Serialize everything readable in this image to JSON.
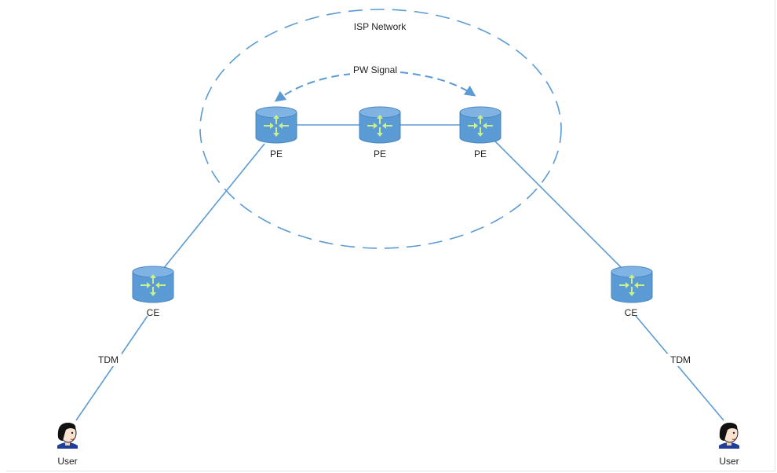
{
  "network_label": "ISP Network",
  "signal_label": "PW Signal",
  "devices": {
    "pe_left": "PE",
    "pe_middle": "PE",
    "pe_right": "PE",
    "ce_left": "CE",
    "ce_right": "CE"
  },
  "links": {
    "tdm_left": "TDM",
    "tdm_right": "TDM"
  },
  "users": {
    "left": "User",
    "right": "User"
  },
  "colors": {
    "router_fill": "#5b9bd5",
    "router_top": "#7fb3e3",
    "router_arrows": "#c9f08a",
    "line": "#5b9bd5",
    "dash": "#5b9bd5"
  }
}
